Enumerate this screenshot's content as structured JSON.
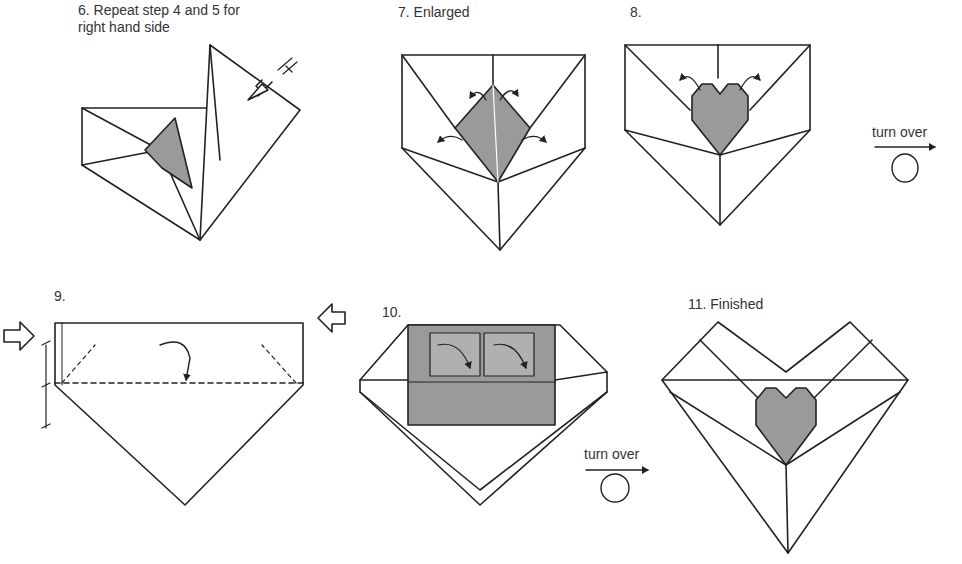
{
  "diagram": {
    "labels": [
      "6. Repeat step 4 and 5 for right hand side",
      "7. Enlarged",
      "8.",
      "turn over",
      "9.",
      "10.",
      "11. Finished",
      "turn over"
    ]
  }
}
